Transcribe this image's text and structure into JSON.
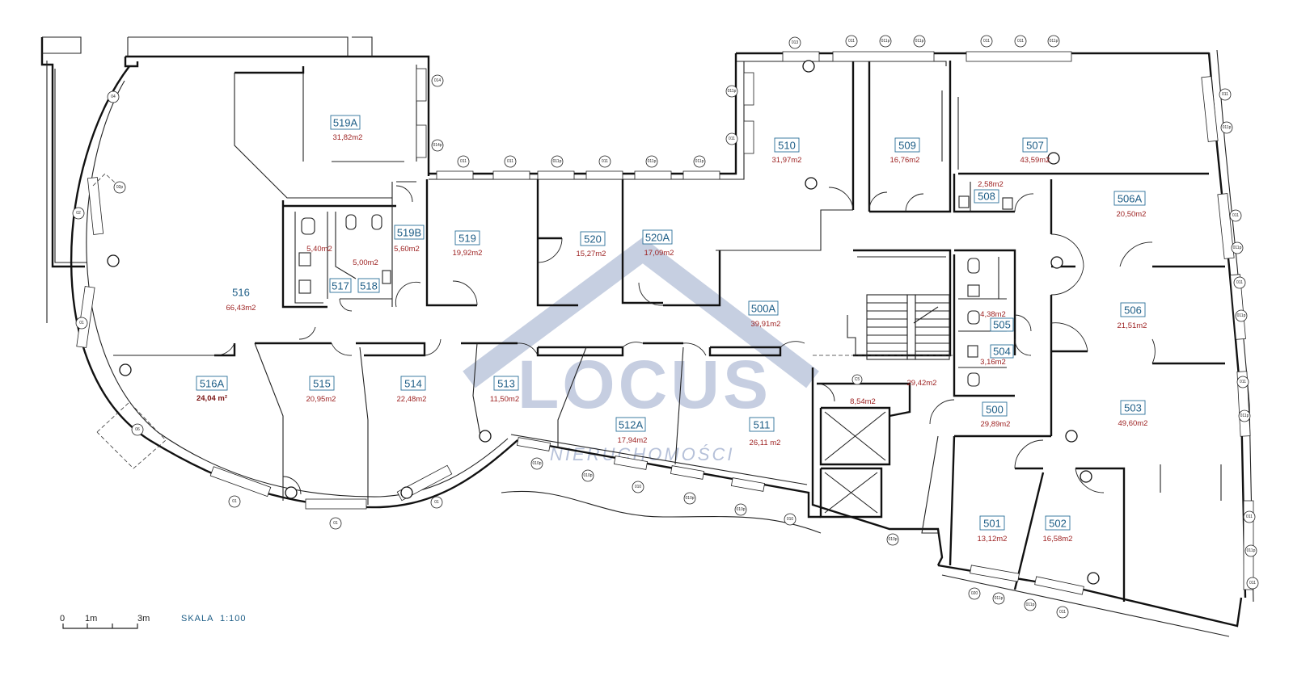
{
  "rooms": [
    {
      "id": "519A",
      "area": "31,82m2"
    },
    {
      "id": "519B",
      "area": "5,60m2"
    },
    {
      "id": "516",
      "area": "66,43m2"
    },
    {
      "id": "516A",
      "area": "24,04 m²"
    },
    {
      "id": "517",
      "area": "5,40m2"
    },
    {
      "id": "518",
      "area": "5,00m2"
    },
    {
      "id": "519",
      "area": "19,92m2"
    },
    {
      "id": "520",
      "area": "15,27m2"
    },
    {
      "id": "520A",
      "area": "17,09m2"
    },
    {
      "id": "515",
      "area": "20,95m2"
    },
    {
      "id": "514",
      "area": "22,48m2"
    },
    {
      "id": "513",
      "area": "11,50m2"
    },
    {
      "id": "512A",
      "area": "17,94m2"
    },
    {
      "id": "511",
      "area": "26,11 m2"
    },
    {
      "id": "510",
      "area": "31,97m2"
    },
    {
      "id": "509",
      "area": "16,76m2"
    },
    {
      "id": "507",
      "area": "43,59m2"
    },
    {
      "id": "508",
      "area": "2,58m2"
    },
    {
      "id": "506A",
      "area": "20,50m2"
    },
    {
      "id": "500A",
      "area": "39,91m2"
    },
    {
      "id": "506",
      "area": "21,51m2"
    },
    {
      "id": "505",
      "area": "4,38m2"
    },
    {
      "id": "504",
      "area": "3,16m2"
    },
    {
      "id": "500",
      "area": "29,89m2"
    },
    {
      "id": "503",
      "area": "49,60m2"
    },
    {
      "id": "501",
      "area": "13,12m2"
    },
    {
      "id": "502",
      "area": "16,58m2"
    }
  ],
  "unlabeled_areas": {
    "stair": "29,42m2",
    "lift_lobby": "8,54m2"
  },
  "tags": {
    "d04": "04",
    "d02": "02",
    "d01": "01",
    "d02p": "02p",
    "d06": "06",
    "d014": "014",
    "d014p": "014p",
    "d013": "013",
    "d011": "011",
    "d011p": "011p",
    "d010": "010",
    "d010p": "010p",
    "d020": "020",
    "c5": "C5"
  },
  "watermark": {
    "brand": "LOCUS",
    "sub": "NIERUCHOMOŚCI"
  },
  "scale_bar": {
    "tick_0": "0",
    "tick_1": "1m",
    "tick_3": "3m",
    "label": "SKALA  1:100"
  },
  "colors": {
    "room_number": "#1d5d86",
    "room_area": "#9c1f1f",
    "walls": "#111111",
    "watermark": "#98a7c9"
  }
}
